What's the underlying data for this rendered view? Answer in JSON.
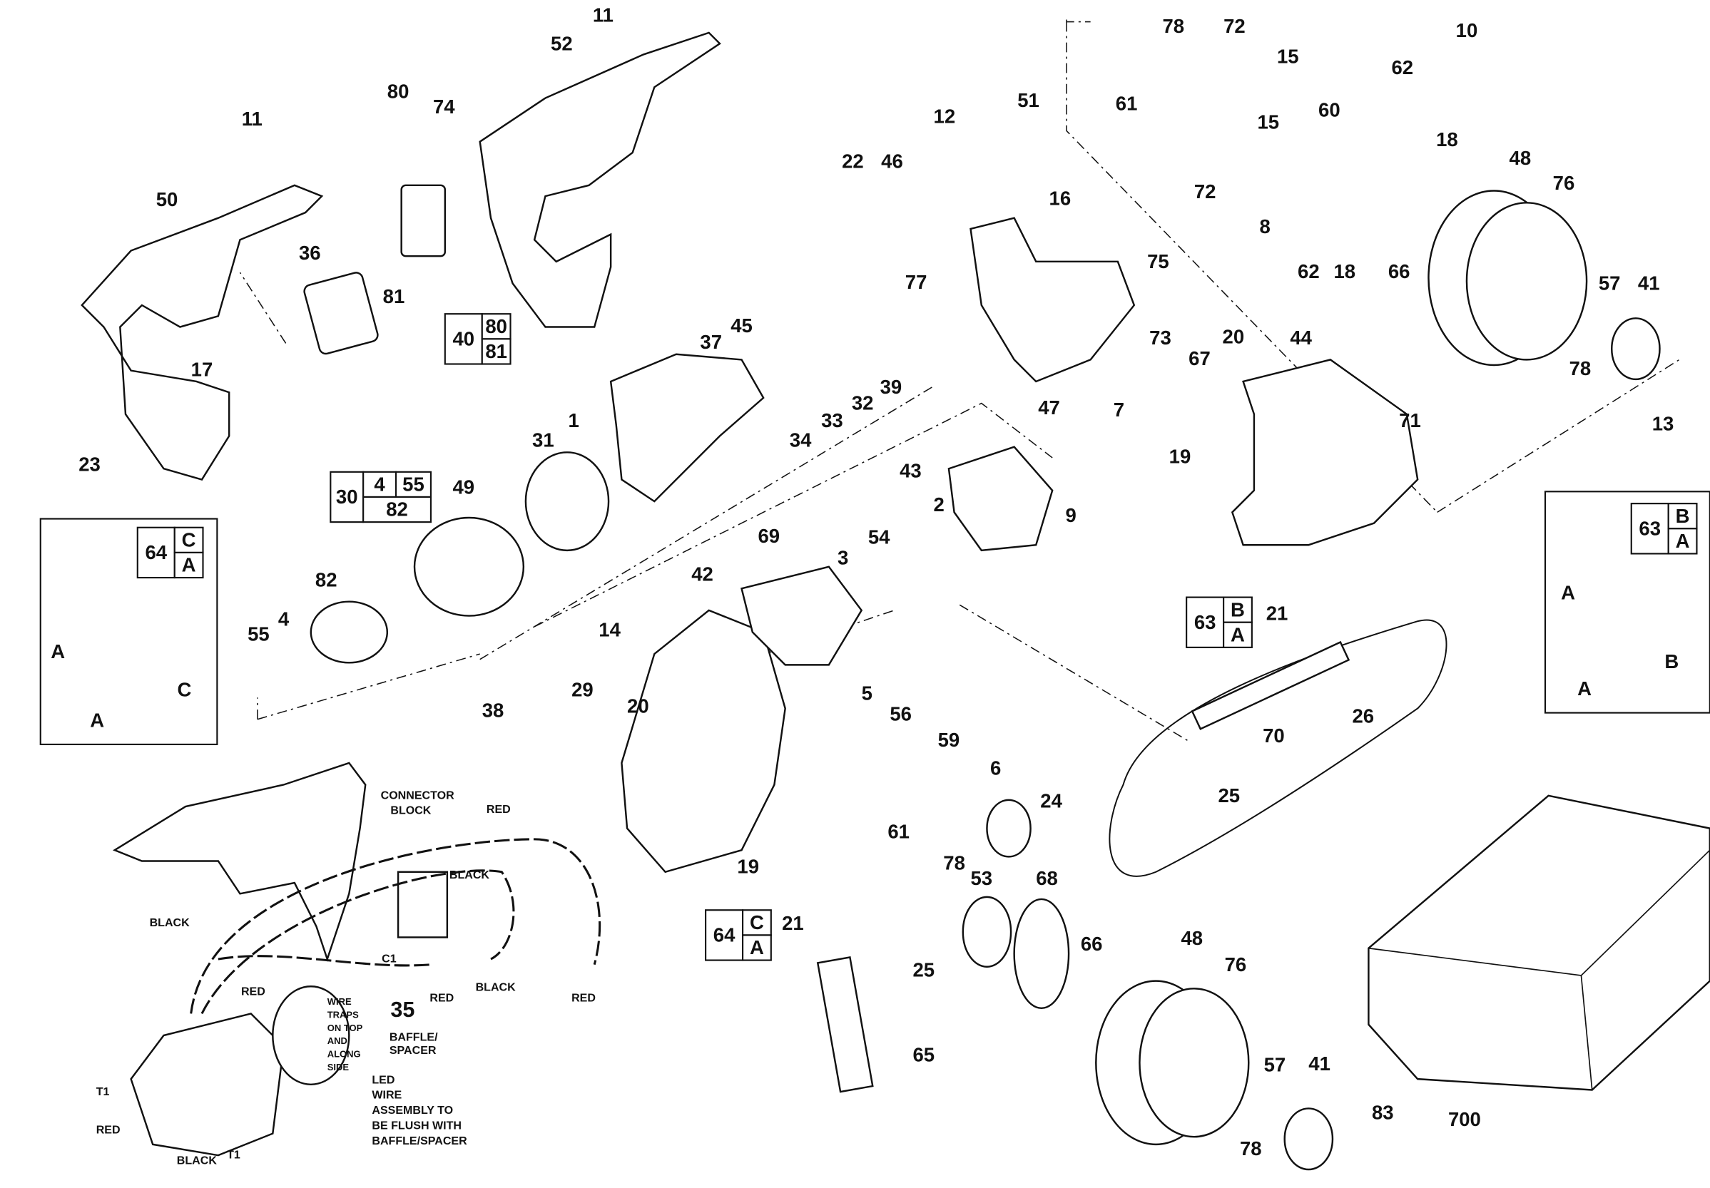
{
  "diagram": {
    "callouts": [
      "11",
      "52",
      "80",
      "74",
      "11",
      "50",
      "36",
      "81",
      "17",
      "23",
      "12",
      "51",
      "22",
      "46",
      "16",
      "77",
      "75",
      "73",
      "47",
      "7",
      "37",
      "45",
      "34",
      "33",
      "32",
      "39",
      "1",
      "31",
      "49",
      "82",
      "4",
      "55",
      "61",
      "78",
      "72",
      "15",
      "10",
      "62",
      "60",
      "15",
      "72",
      "8",
      "18",
      "62",
      "18",
      "66",
      "48",
      "76",
      "57",
      "41",
      "78",
      "13",
      "20",
      "67",
      "44",
      "19",
      "71",
      "43",
      "2",
      "9",
      "69",
      "3",
      "54",
      "42",
      "14",
      "29",
      "20",
      "38",
      "21",
      "26",
      "70",
      "25",
      "5",
      "56",
      "59",
      "6",
      "24",
      "61",
      "78",
      "53",
      "68",
      "19",
      "21",
      "66",
      "48",
      "76",
      "25",
      "65",
      "57",
      "41",
      "83",
      "78",
      "700"
    ],
    "group_boxes": [
      {
        "cells": [
          "40",
          "80",
          "81"
        ]
      },
      {
        "cells": [
          "30",
          "4",
          "55",
          "82"
        ]
      },
      {
        "cells": [
          "64",
          "C",
          "A"
        ]
      },
      {
        "cells": [
          "63",
          "B",
          "A"
        ]
      },
      {
        "cells": [
          "63",
          "B",
          "A"
        ]
      },
      {
        "cells": [
          "64",
          "C",
          "A"
        ]
      }
    ],
    "inset_letters": [
      "A",
      "C",
      "A",
      "A",
      "B",
      "A"
    ],
    "wiring_notes": [
      "CONNECTOR",
      "BLOCK",
      "RED",
      "BLACK",
      "BLACK",
      "C1",
      "35",
      "RED",
      "RED",
      "BLACK",
      "RED",
      "WIRE",
      "TRAPS",
      "ON TOP",
      "AND",
      "ALONG",
      "SIDE",
      "BAFFLE/",
      "SPACER",
      "LED",
      "WIRE",
      "ASSEMBLY TO",
      "BE FLUSH WITH",
      "BAFFLE/SPACER",
      "T1",
      "RED",
      "BLACK",
      "T1"
    ]
  }
}
